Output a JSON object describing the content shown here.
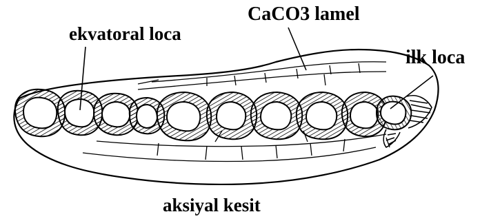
{
  "labels": {
    "equatorial_chamber": "ekvatoral loca",
    "caco3_lamella": "CaCO3 lamel",
    "first_chamber": "ilk loca",
    "caption": "aksiyal kesit"
  },
  "colors": {
    "ink": "#000000",
    "background": "#ffffff"
  }
}
